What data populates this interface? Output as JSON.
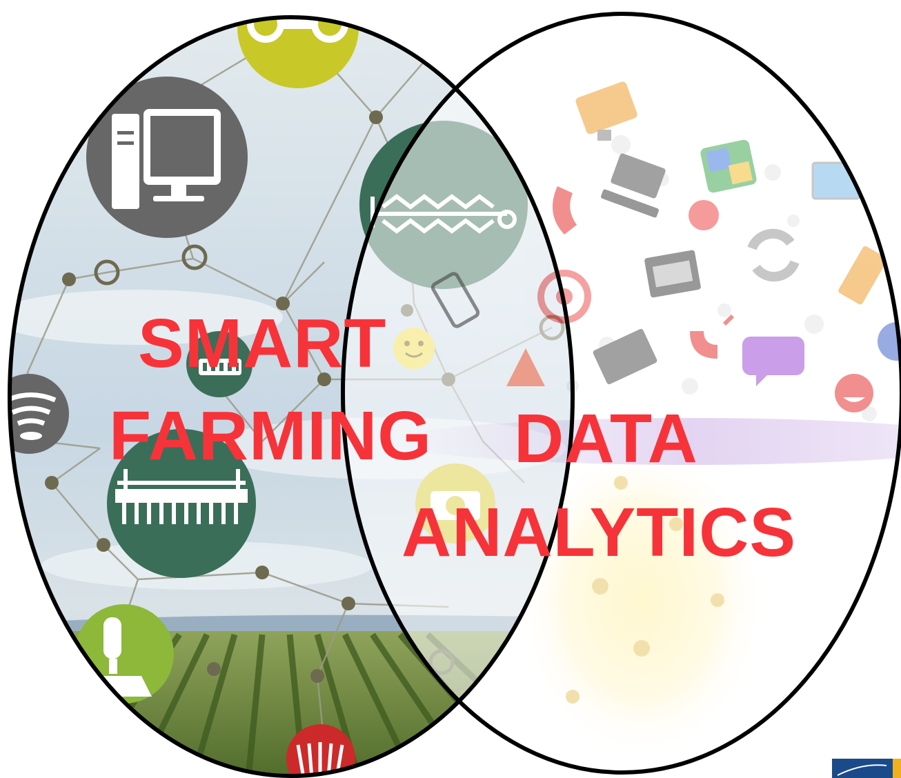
{
  "labels": {
    "smart": "SMART",
    "farming": "FARMING",
    "data": "DATA",
    "analytics": "ANALYTICS"
  },
  "colors": {
    "label": "#f7333a",
    "outline": "#000000",
    "sky": "#c9d8e4",
    "field": "#6f8f3a",
    "node_green": "#3a6e58",
    "node_gray": "#666666",
    "node_lime": "#a9c43a",
    "node_yellow": "#c8c828",
    "network_line": "#9a9a8a",
    "node_dot": "#6e6a50"
  },
  "icons": {
    "left_circle": [
      "tractor-icon",
      "computer-icon",
      "seeder-icon",
      "wifi-sensor-icon",
      "harrow-icon",
      "joystick-icon",
      "cow-icon",
      "sprinkler-icon",
      "camera-icon",
      "smiley-icon"
    ],
    "right_circle": [
      "monitor-icon",
      "laptop-icon",
      "phone-icon",
      "google-map-icon",
      "photo-icon",
      "sync-icon",
      "film-icon",
      "magnet-icon",
      "chat-bubble-icon",
      "book-icon",
      "email-at-icon",
      "devil-smiley-icon",
      "folder-icon",
      "smartphone-icon",
      "warning-icon",
      "bulb-icon"
    ]
  }
}
